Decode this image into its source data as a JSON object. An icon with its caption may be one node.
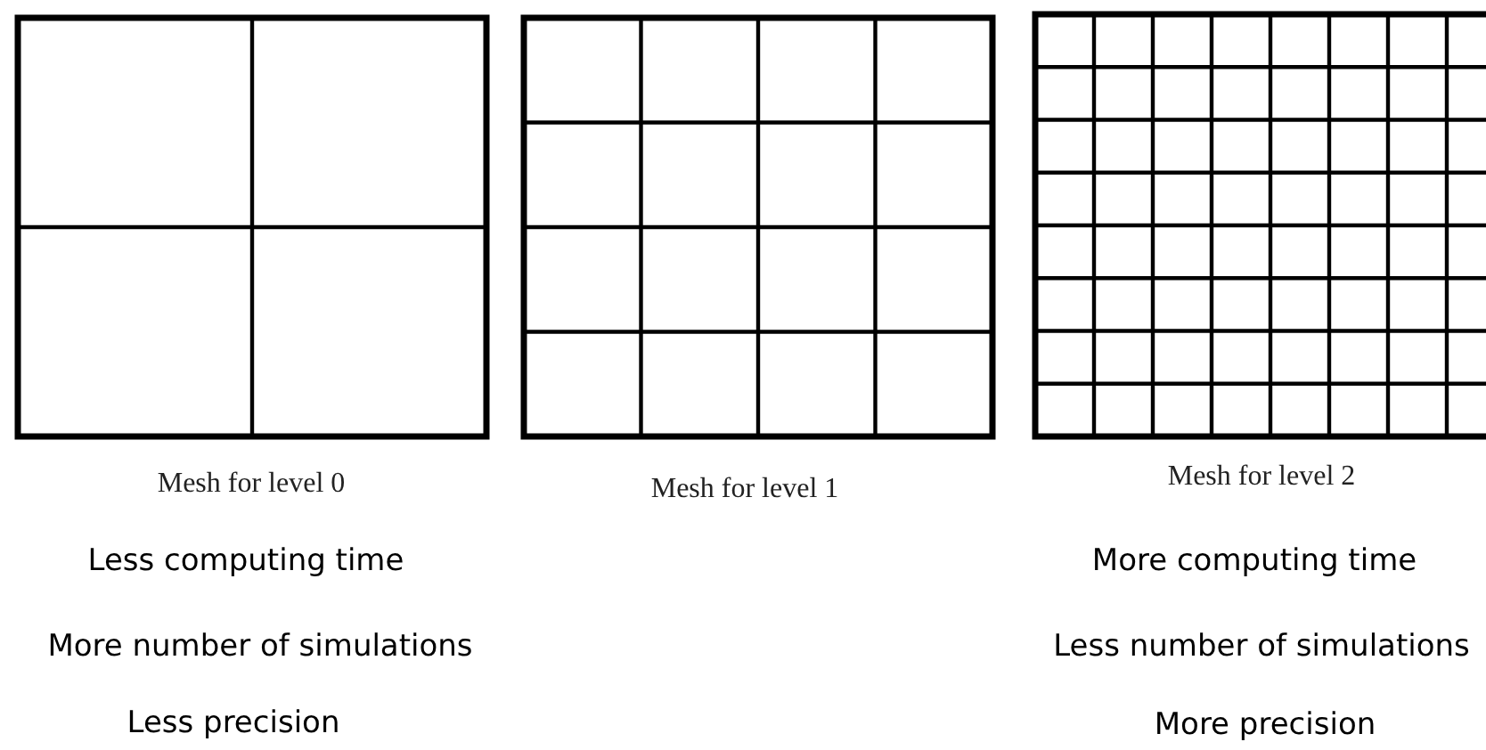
{
  "diagram": {
    "labels": [
      "Mesh for level 0",
      "Mesh for level 1",
      "Mesh for level 2",
      "Less computing time",
      "More computing time",
      "More number of simulations",
      "Less number of simulations",
      "Less precision",
      "More precision"
    ]
  }
}
